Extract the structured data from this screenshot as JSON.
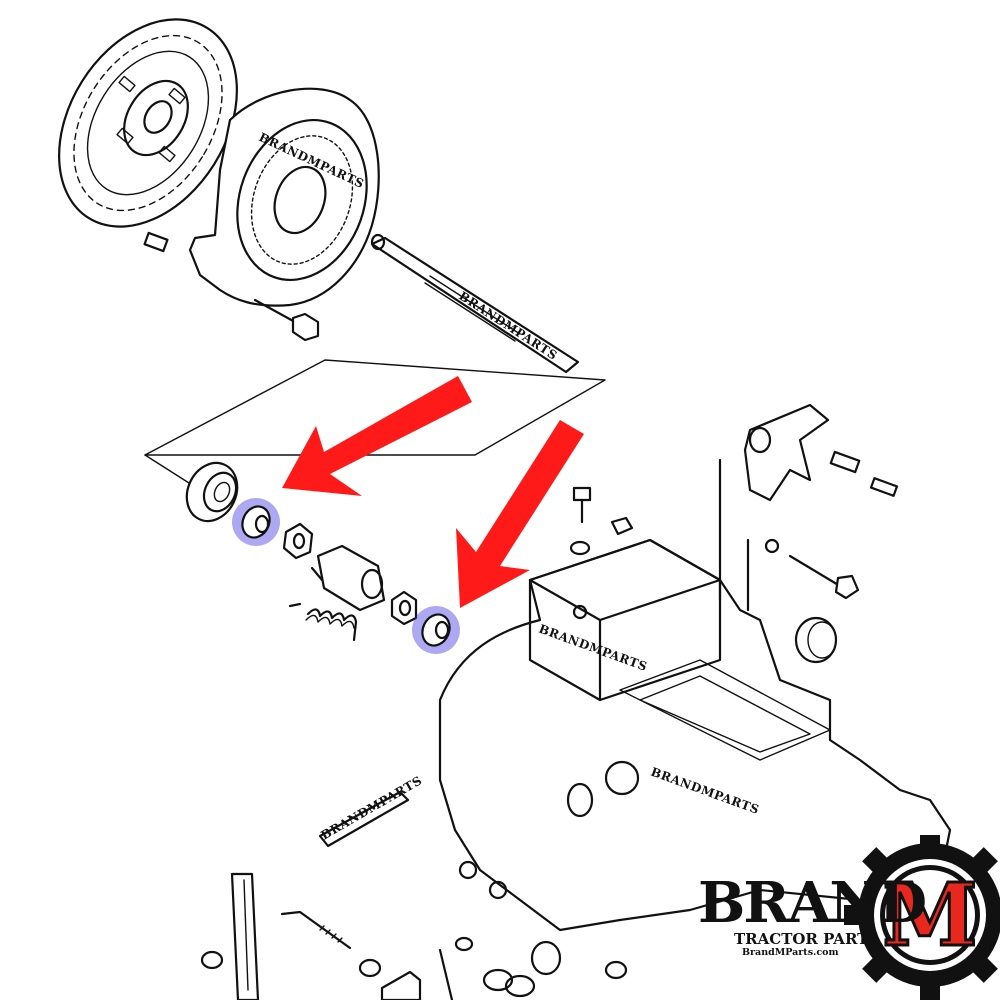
{
  "watermark": "BRANDMPARTS",
  "logo": {
    "brand": "BRAND",
    "letter": "M",
    "tagline": "TRACTOR PARTS",
    "url": "BrandMParts.com"
  },
  "colors": {
    "arrow": "#ff1a1a",
    "highlight": "#4a3fe0",
    "logo_red": "#e8281e",
    "ink": "#111111"
  },
  "callouts": [
    {
      "name": "arrow-1",
      "points_to": "bushing-left"
    },
    {
      "name": "arrow-2",
      "points_to": "bushing-right"
    }
  ]
}
